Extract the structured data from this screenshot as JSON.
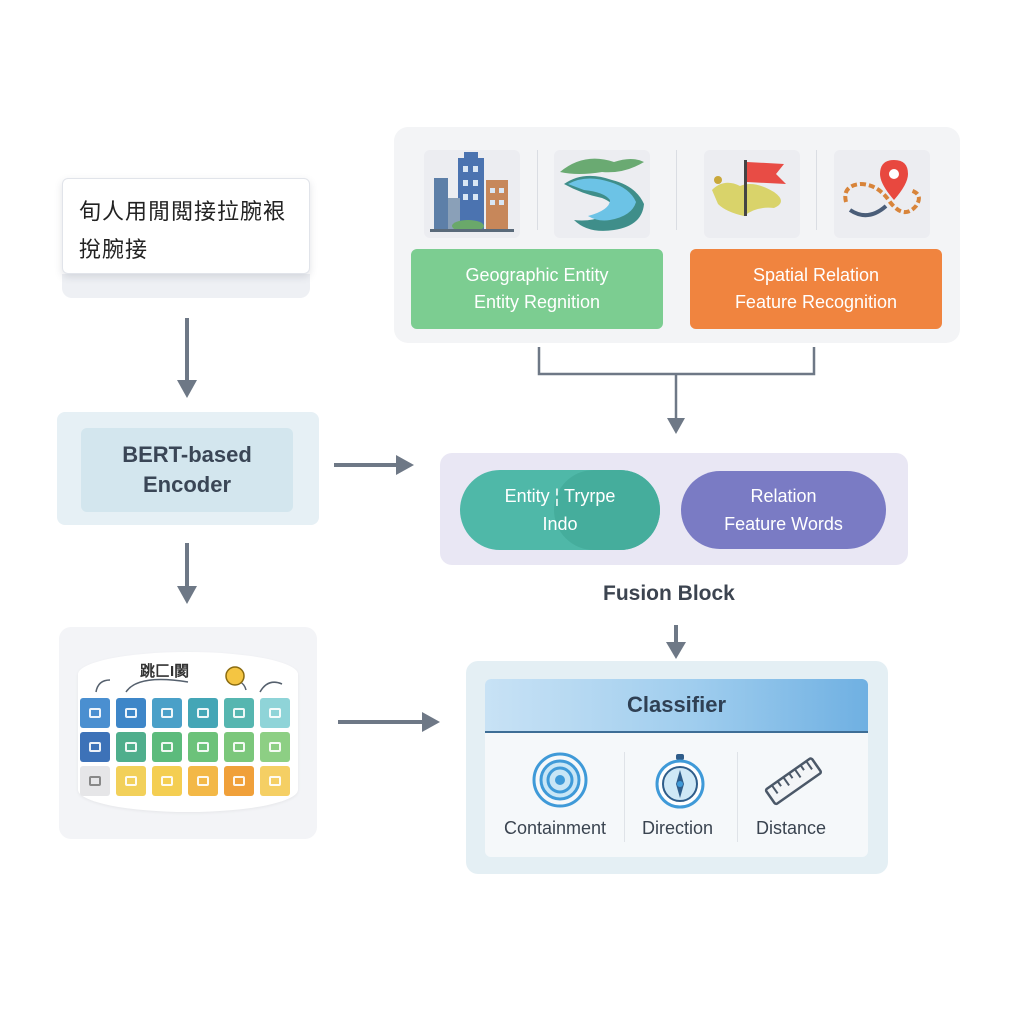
{
  "input_text": {
    "line1": "旬人用閒閲接拉腕裉",
    "line2": "挩腕接"
  },
  "encoder": {
    "line1": "BERT-based",
    "line2": "Encoder"
  },
  "matrix": {
    "label": "跳匚I閡"
  },
  "recognition": {
    "geographic": {
      "line1": "Geographic Entity",
      "line2": "Entity Regnition"
    },
    "spatial": {
      "line1": "Spatial Relation",
      "line2": "Feature Recognition"
    }
  },
  "fusion": {
    "entity": {
      "line1": "Entity ¦ Tryrpe",
      "line2": "Indo"
    },
    "relation": {
      "line1": "Relation",
      "line2": "Feature Words"
    },
    "label": "Fusion Block"
  },
  "classifier": {
    "title": "Classifier",
    "outputs": [
      "Containment",
      "Direction",
      "Distance"
    ]
  },
  "colors": {
    "geographic": "#7ccd91",
    "spatial": "#f0843f",
    "entity": "#4fb8a8",
    "relation": "#7a7bc4",
    "arrow": "#6e7886"
  },
  "icons": [
    "city-buildings-icon",
    "river-map-icon",
    "flag-map-icon",
    "location-route-icon",
    "target-rings-icon",
    "compass-icon",
    "ruler-icon"
  ]
}
